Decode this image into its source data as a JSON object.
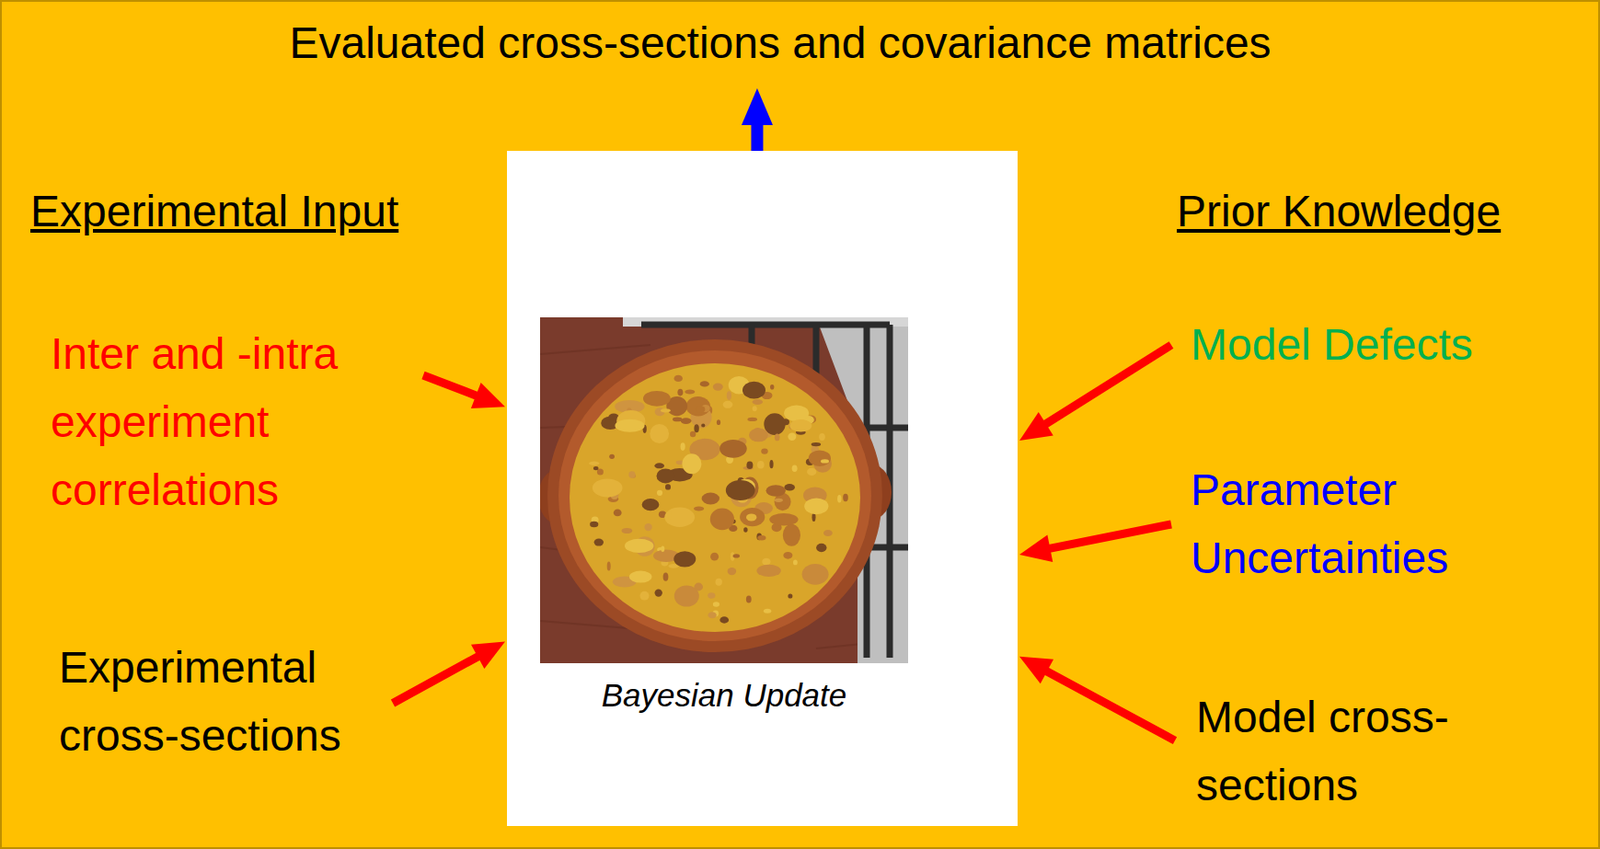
{
  "diagram": {
    "nodes": [
      {
        "text": [
          "Evaluated cross-sections and covariance matrices"
        ]
      },
      {
        "text": [
          "Inter and -intra experiment correlations"
        ]
      },
      {
        "text": [
          "Experimental cross-sections"
        ]
      },
      {
        "text": [
          "Bayesian Update"
        ]
      },
      {
        "text": [
          "Model Defects"
        ]
      },
      {
        "text": [
          "Parameter Uncertainties"
        ]
      },
      {
        "text": [
          "Model cross-sections"
        ]
      }
    ],
    "edges": [
      {
        "from": 1,
        "to": 3,
        "arrow": "to"
      },
      {
        "from": 2,
        "to": 3,
        "arrow": "to"
      },
      {
        "from": 4,
        "to": 3,
        "arrow": "to"
      },
      {
        "from": 5,
        "to": 3,
        "arrow": "to"
      },
      {
        "from": 6,
        "to": 3,
        "arrow": "to"
      },
      {
        "from": 3,
        "to": 0,
        "arrow": "to"
      }
    ],
    "labels": [
      "Experimental Input",
      "Prior Knowledge"
    ]
  }
}
